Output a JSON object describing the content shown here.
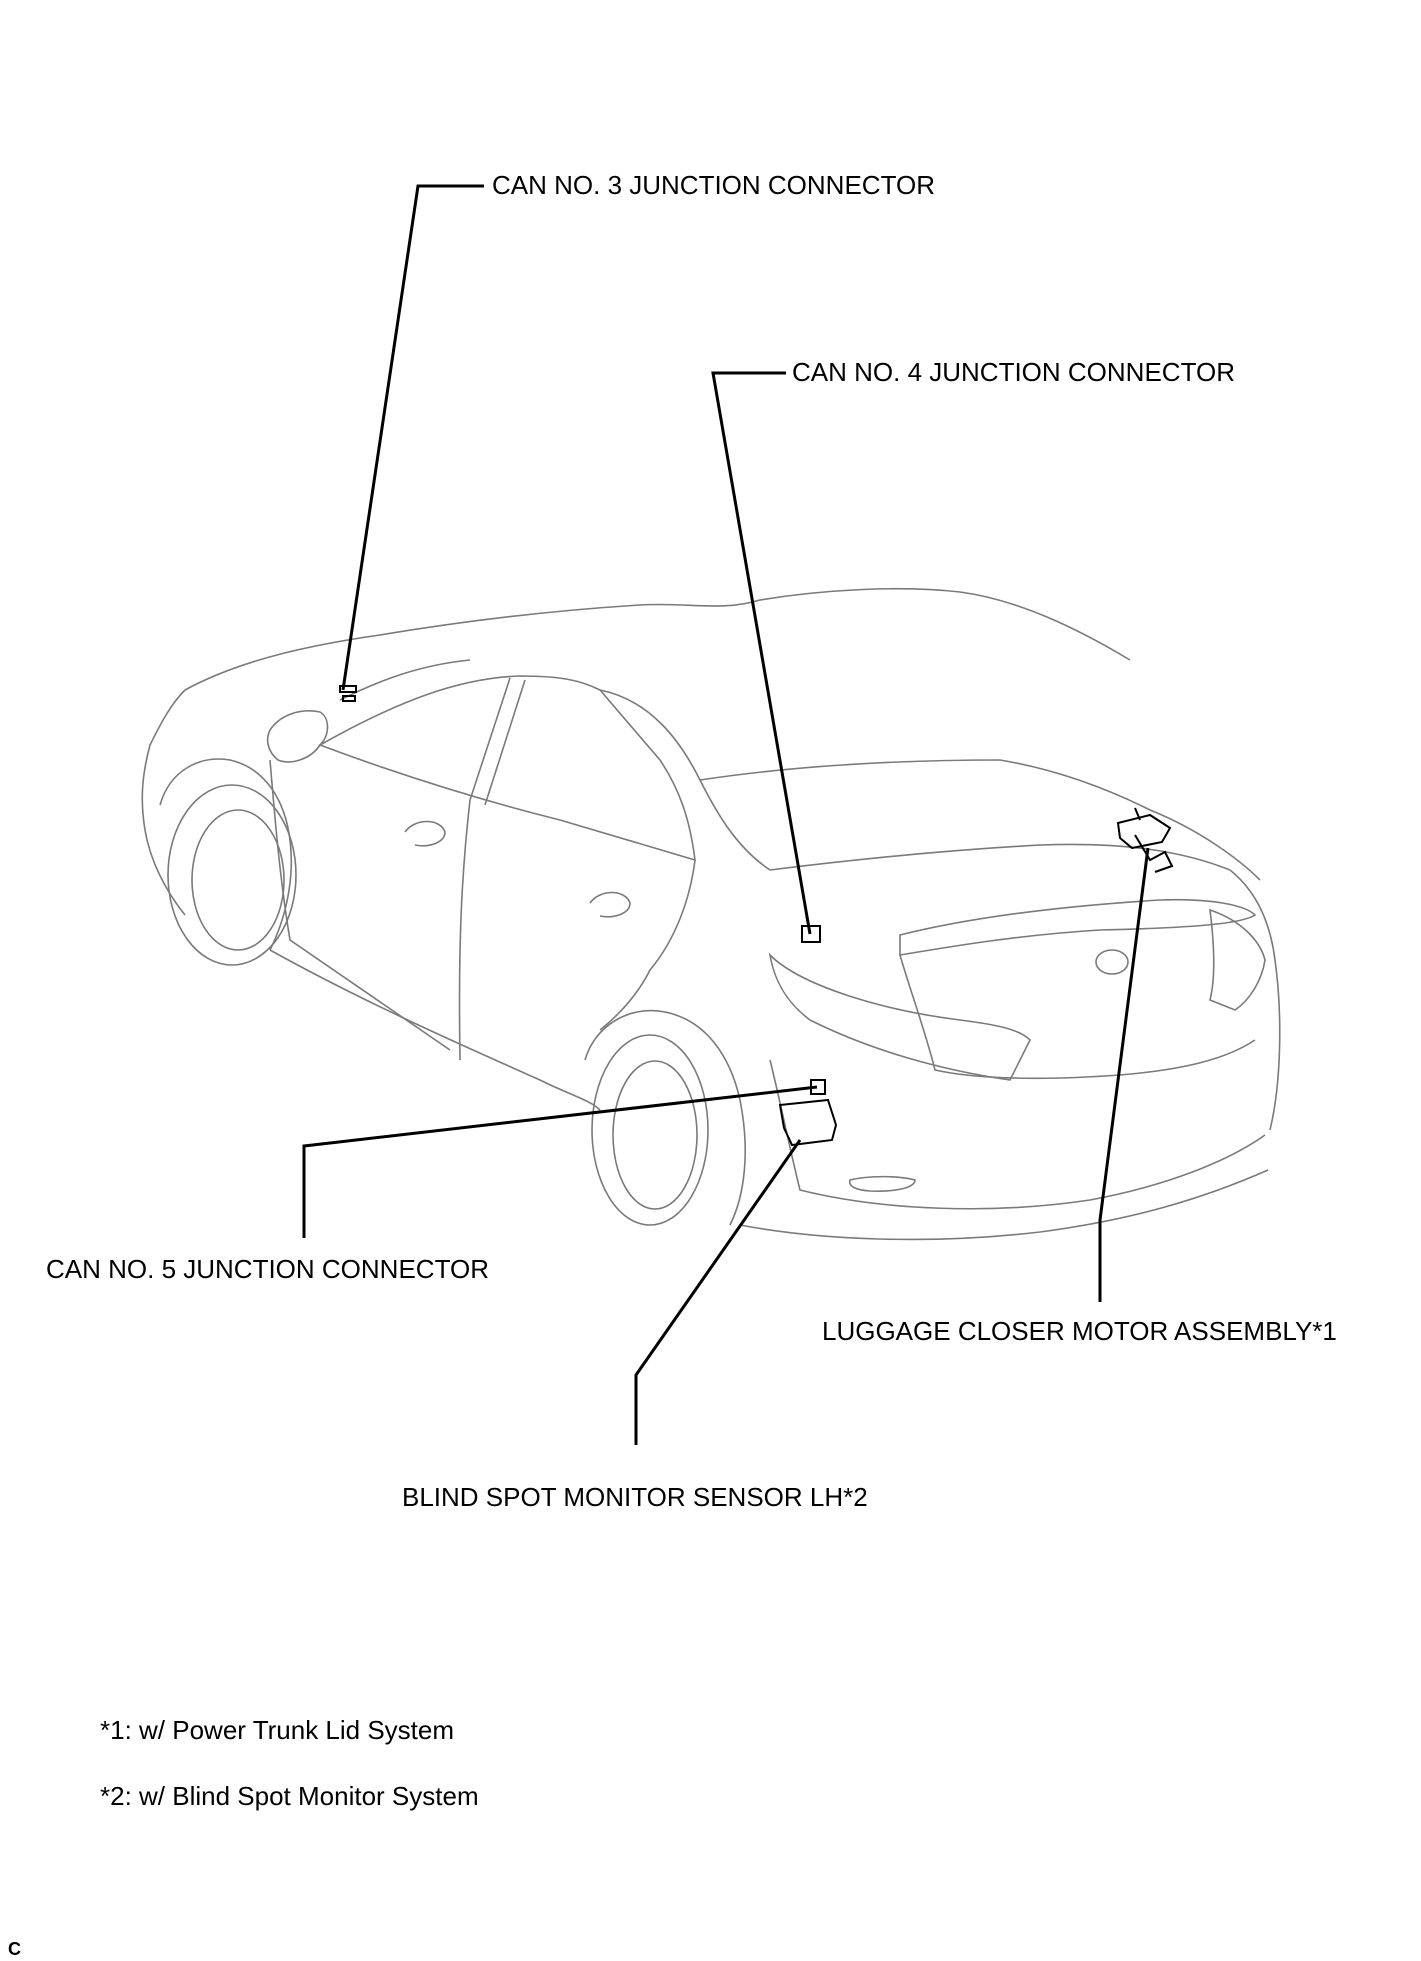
{
  "labels": {
    "can3": "CAN NO. 3 JUNCTION CONNECTOR",
    "can4": "CAN NO. 4 JUNCTION CONNECTOR",
    "can5": "CAN NO. 5 JUNCTION CONNECTOR",
    "luggage": "LUGGAGE CLOSER MOTOR ASSEMBLY*1",
    "blind_spot": "BLIND SPOT MONITOR SENSOR LH*2"
  },
  "notes": [
    "*1: w/ Power Trunk Lid System",
    "*2: w/ Blind Spot Monitor System"
  ],
  "corner_mark": "C"
}
